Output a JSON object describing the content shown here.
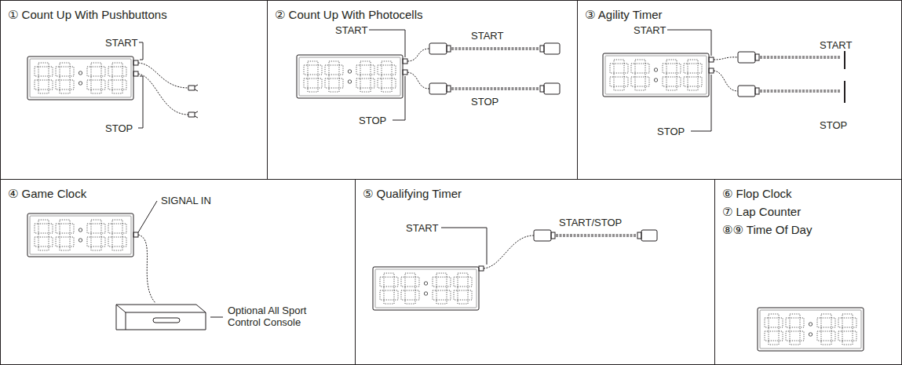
{
  "diagram": {
    "nodes": [
      {
        "text": [
          "① Count Up With Pushbuttons"
        ]
      },
      {
        "text": [
          "② Count Up With Photocells"
        ]
      },
      {
        "text": [
          "③ Agility Timer"
        ]
      },
      {
        "text": [
          "④ Game Clock"
        ]
      },
      {
        "text": [
          "⑤ Qualifying Timer"
        ]
      },
      {
        "text": [
          "⑥ Flop Clock",
          "⑦ Lap Counter",
          "⑧⑨ Time Of Day"
        ]
      }
    ],
    "labels": [
      "START",
      "STOP",
      "START",
      "START",
      "STOP",
      "STOP",
      "START",
      "START",
      "STOP",
      "STOP",
      "SIGNAL IN",
      "Optional All Sport Control Console",
      "START",
      "START/STOP"
    ]
  }
}
